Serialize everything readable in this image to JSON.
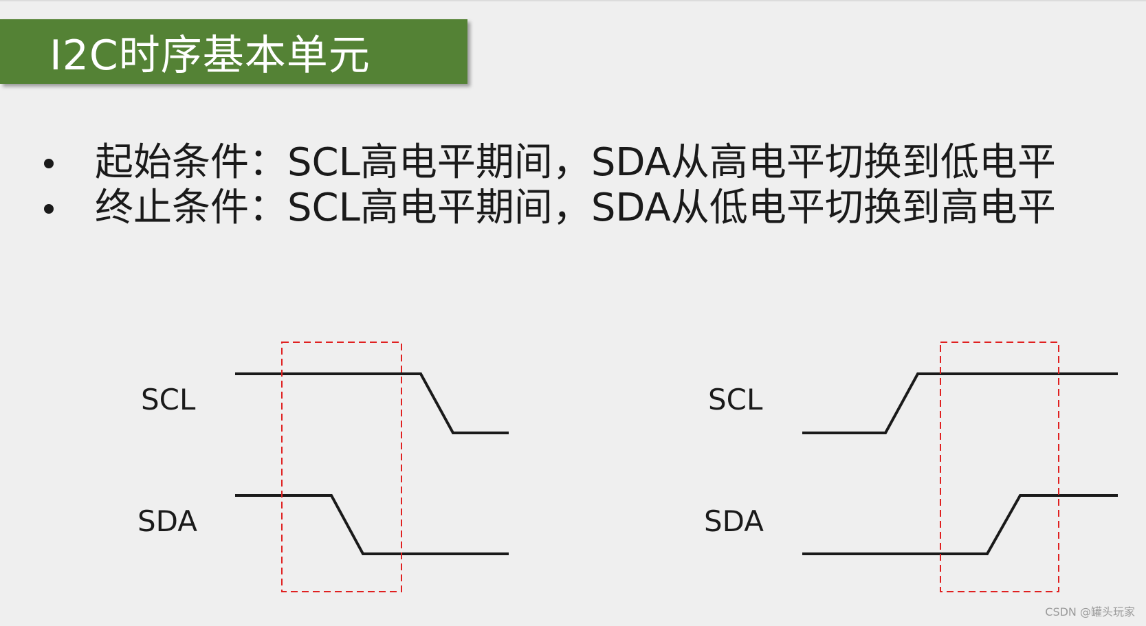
{
  "slide": {
    "title": "I2C时序基本单元",
    "bullets": [
      "起始条件：SCL高电平期间，SDA从高电平切换到低电平",
      "终止条件：SCL高电平期间，SDA从低电平切换到高电平"
    ],
    "watermark": "CSDN @罐头玩家"
  },
  "diagrams": {
    "start": {
      "scl_label": "SCL",
      "sda_label": "SDA"
    },
    "stop": {
      "scl_label": "SCL",
      "sda_label": "SDA"
    }
  },
  "colors": {
    "title_bg": "#548235",
    "title_text": "#ffffff",
    "highlight_box": "#e02020",
    "waveform": "#1a1a1a",
    "background": "#efefef"
  }
}
